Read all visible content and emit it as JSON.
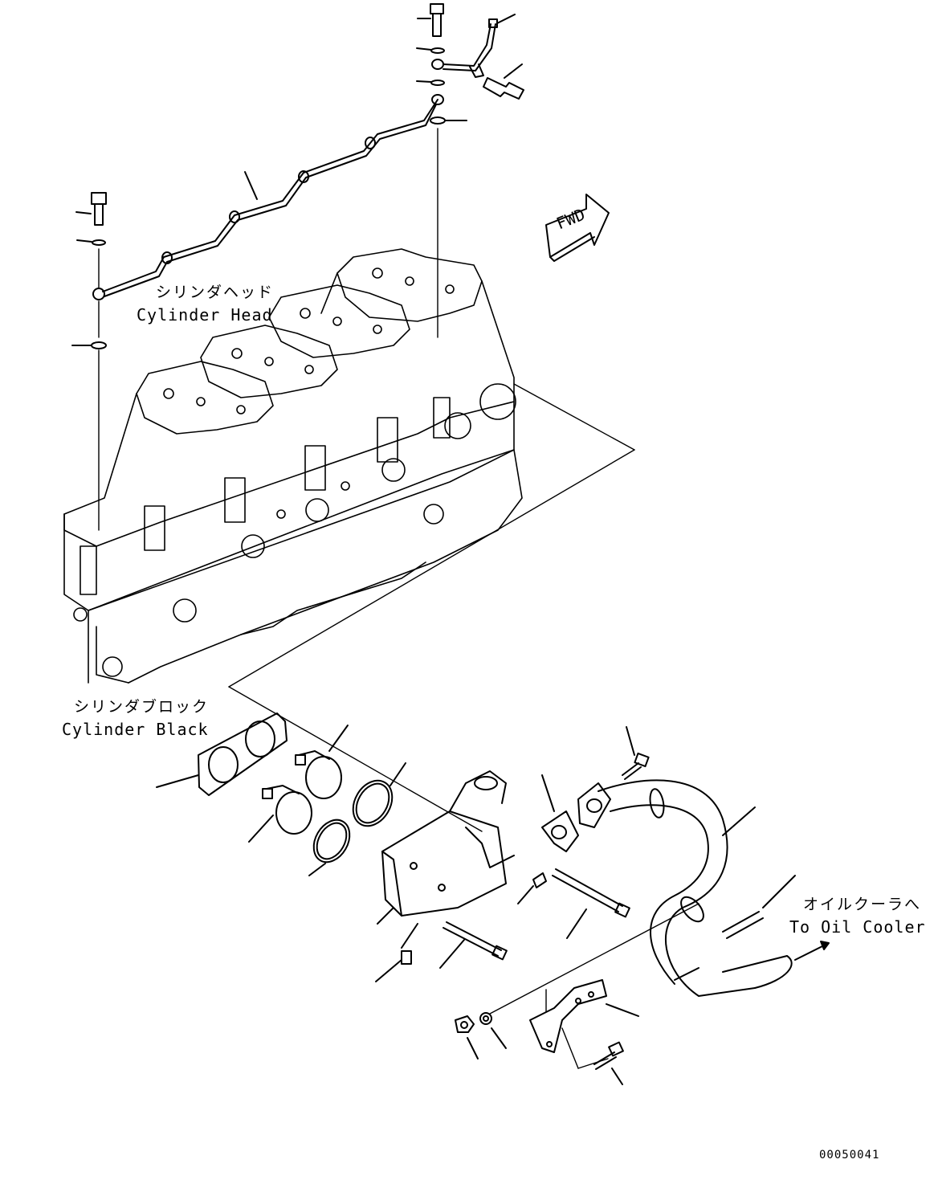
{
  "labels": {
    "cylinder_head_ja": "シリンダヘッド",
    "cylinder_head_en": "Cylinder Head",
    "cylinder_block_ja": "シリンダブロック",
    "cylinder_block_en": "Cylinder Black",
    "to_oil_cooler_ja": "オイルクーラへ",
    "to_oil_cooler_en": "To Oil Cooler",
    "fwd_arrow": "FWD",
    "figure_number": "00050041"
  },
  "colors": {
    "line": "#000000",
    "background": "#ffffff"
  }
}
